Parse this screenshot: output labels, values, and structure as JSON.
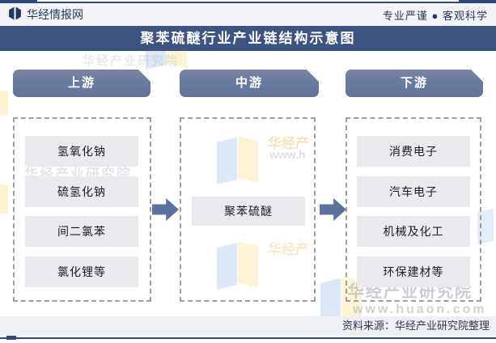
{
  "header": {
    "brand": "华经情报网",
    "tagline": "专业严谨 ● 客观科学"
  },
  "title": "聚苯硫醚行业产业链结构示意图",
  "columns": [
    {
      "id": "upstream",
      "header": "上游",
      "items": [
        "氢氧化钠",
        "硫氢化钠",
        "间二氯苯",
        "氯化锂等"
      ]
    },
    {
      "id": "midstream",
      "header": "中游",
      "items": [
        "聚苯硫醚"
      ]
    },
    {
      "id": "downstream",
      "header": "下游",
      "items": [
        "消费电子",
        "汽车电子",
        "机械及化工",
        "环保建材等"
      ]
    }
  ],
  "source_note": "资料来源：华经产业研究院整理",
  "watermark": {
    "org": "华经产业研究院",
    "site": "www.huaon.com",
    "org_short": "华经产",
    "site_short": "www.h"
  },
  "colors": {
    "accent_rule": "#2e4a7d",
    "title_bar": "#3e5480",
    "stage_header": "#6b7ca0",
    "arrow": "#5d719d",
    "item_bg": "#e8eaee",
    "masthead_bg": "#f2f4f8",
    "footer_bg": "#edf0f5"
  }
}
